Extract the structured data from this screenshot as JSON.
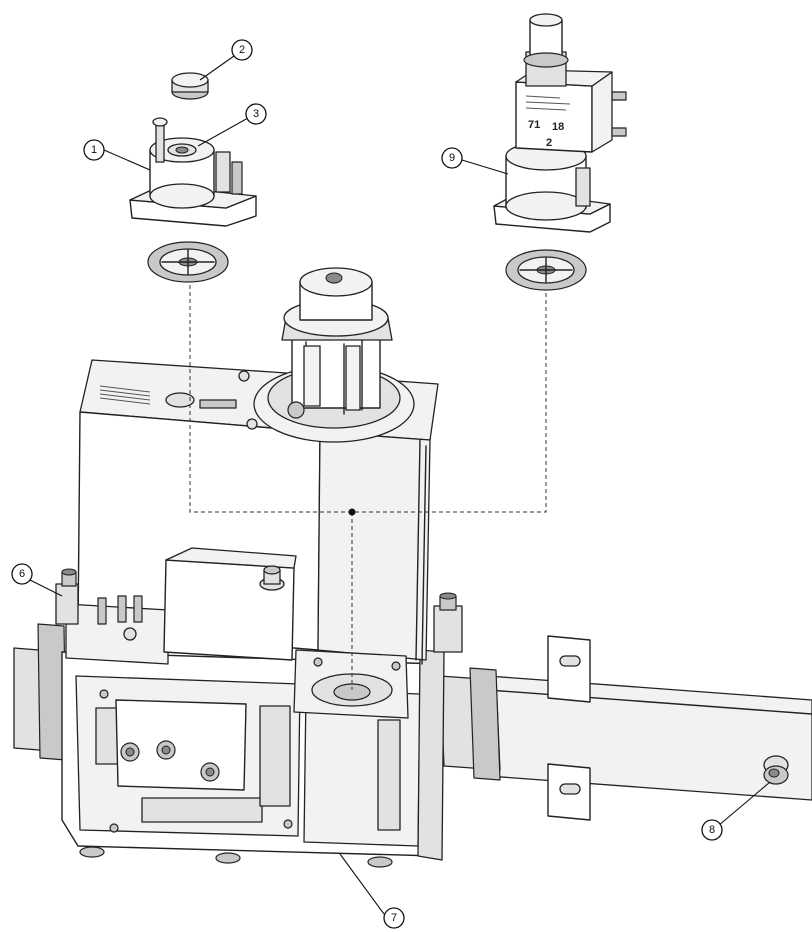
{
  "callouts": [
    {
      "id": "c1",
      "label": "1"
    },
    {
      "id": "c2",
      "label": "2"
    },
    {
      "id": "c3",
      "label": "3"
    },
    {
      "id": "c6",
      "label": "6"
    },
    {
      "id": "c7",
      "label": "7"
    },
    {
      "id": "c8",
      "label": "8"
    },
    {
      "id": "c9",
      "label": "9"
    }
  ],
  "solenoid_label": {
    "line_a": "71",
    "line_b": "18",
    "line_c": "2"
  }
}
